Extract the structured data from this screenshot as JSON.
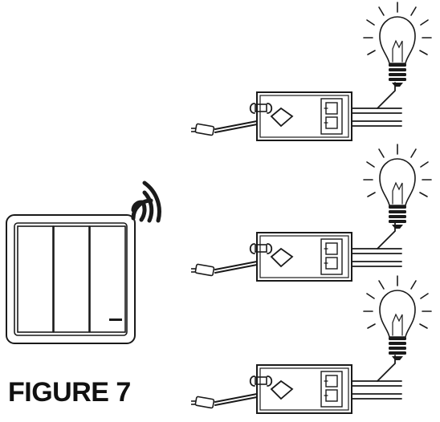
{
  "figure": {
    "caption": "FIGURE 7"
  },
  "components": {
    "wall_switch": {
      "gangs": 3,
      "icon": "wireless-signal-icon"
    },
    "receivers": [
      {
        "id": "receiver-1",
        "icon": "light-bulb-icon"
      },
      {
        "id": "receiver-2",
        "icon": "light-bulb-icon"
      },
      {
        "id": "receiver-3",
        "icon": "light-bulb-icon"
      }
    ]
  },
  "colors": {
    "line": "#1a1a1a",
    "background": "#ffffff"
  }
}
